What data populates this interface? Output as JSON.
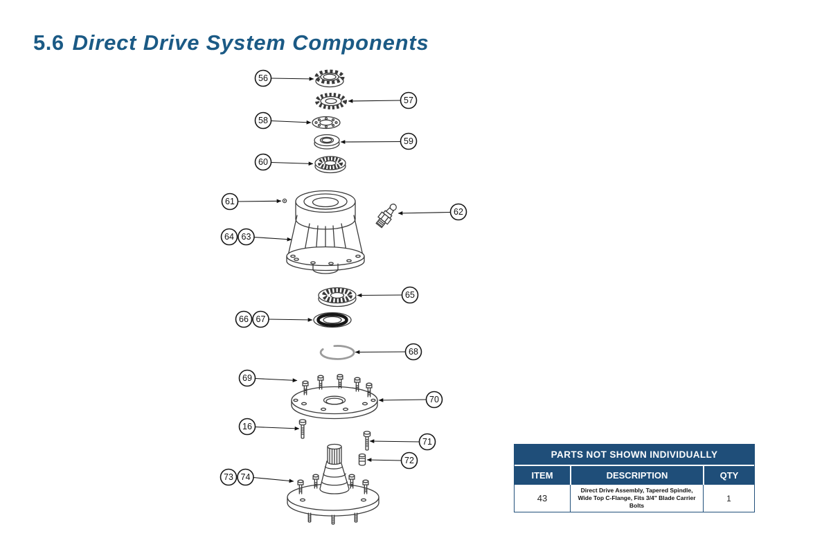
{
  "page": {
    "section_number": "5.6",
    "title": "Direct Drive System Components"
  },
  "diagram": {
    "callouts": [
      {
        "label": "56"
      },
      {
        "label": "57"
      },
      {
        "label": "58"
      },
      {
        "label": "59"
      },
      {
        "label": "60"
      },
      {
        "label": "61"
      },
      {
        "label": "62"
      },
      {
        "label": "64"
      },
      {
        "label": "63"
      },
      {
        "label": "65"
      },
      {
        "label": "66"
      },
      {
        "label": "67"
      },
      {
        "label": "68"
      },
      {
        "label": "69"
      },
      {
        "label": "70"
      },
      {
        "label": "16"
      },
      {
        "label": "71"
      },
      {
        "label": "72"
      },
      {
        "label": "73"
      },
      {
        "label": "74"
      }
    ]
  },
  "parts_table": {
    "title": "PARTS NOT SHOWN INDIVIDUALLY",
    "headers": [
      "ITEM",
      "DESCRIPTION",
      "QTY"
    ],
    "rows": [
      {
        "item": "43",
        "description": "Direct Drive Assembly, Tapered Spindle, Wide Top C-Flange, Fits 3/4\" Blade Carrier Bolts",
        "qty": "1"
      }
    ]
  },
  "colors": {
    "heading_blue": "#1b5a85",
    "table_navy": "#1f4e79"
  }
}
